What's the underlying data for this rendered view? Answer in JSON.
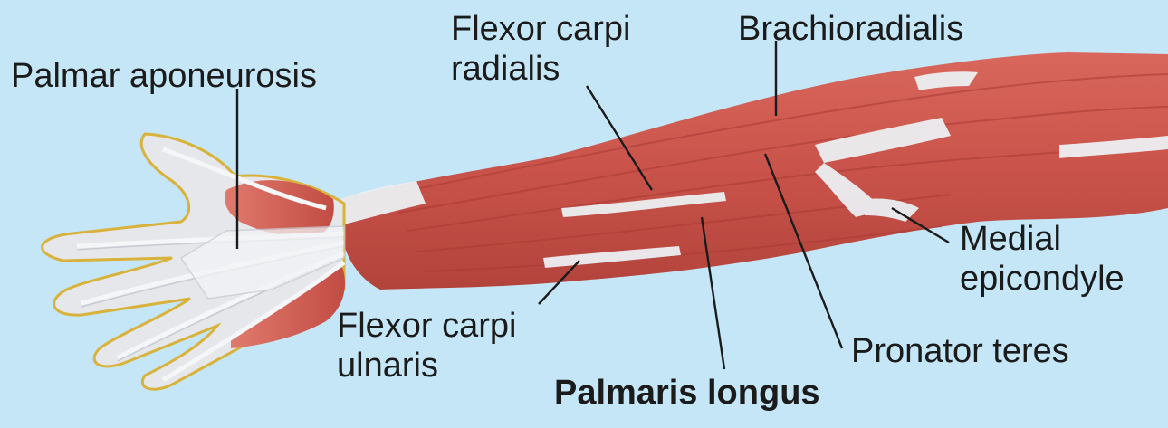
{
  "figure": {
    "background": "#c4e6f6",
    "muscle_color": "#c9534a",
    "tendon_color": "#e9ecef",
    "skin_outline_color": "#d9b23c"
  },
  "labels": {
    "palmar_aponeurosis": "Palmar aponeurosis",
    "flexor_carpi_radialis_line1": "Flexor carpi",
    "flexor_carpi_radialis_line2": "radialis",
    "brachioradialis": "Brachioradialis",
    "medial_epicondyle_line1": "Medial",
    "medial_epicondyle_line2": "epicondyle",
    "pronator_teres": "Pronator teres",
    "palmaris_longus": "Palmaris longus",
    "flexor_carpi_ulnaris_line1": "Flexor carpi",
    "flexor_carpi_ulnaris_line2": "ulnaris"
  }
}
